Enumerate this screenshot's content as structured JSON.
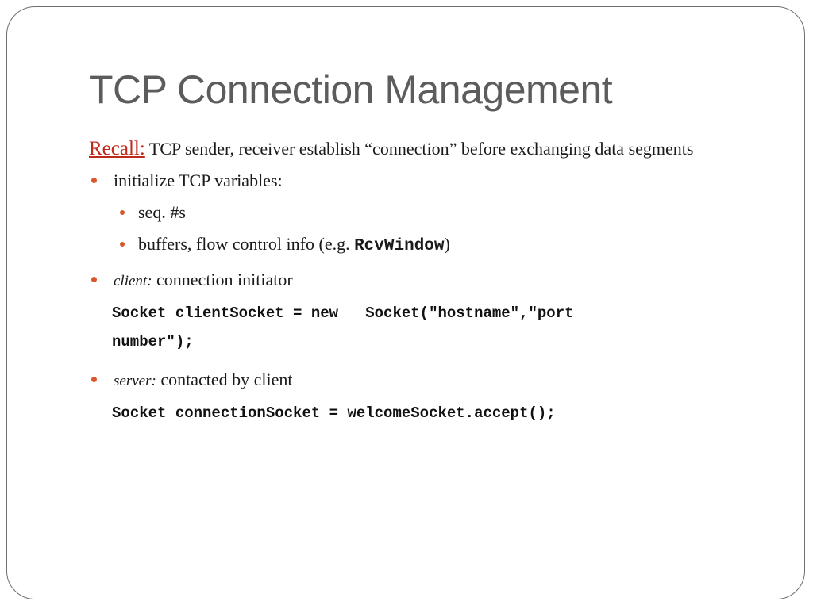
{
  "slide": {
    "title": "TCP Connection Management",
    "recall": {
      "label": "Recall:",
      "text": " TCP sender, receiver establish “connection” before exchanging data segments"
    },
    "bullets": [
      {
        "text": "initialize TCP variables:",
        "sub": [
          {
            "text": "seq. #s"
          },
          {
            "text_before": "buffers, flow control info (e.g. ",
            "code": "RcvWindow",
            "text_after": ")"
          }
        ]
      },
      {
        "italic": "client:",
        "text": " connection initiator",
        "code_lines": [
          "Socket clientSocket = new   Socket(\"hostname\",\"port",
          "number\");"
        ]
      },
      {
        "italic": "server:",
        "text": " contacted by client",
        "code_lines": [
          "Socket connectionSocket = welcomeSocket.accept();"
        ]
      }
    ]
  },
  "colors": {
    "title": "#5c5c5c",
    "recall": "#c0281c",
    "bullet": "#d9572c",
    "border": "#6e6e6e"
  }
}
